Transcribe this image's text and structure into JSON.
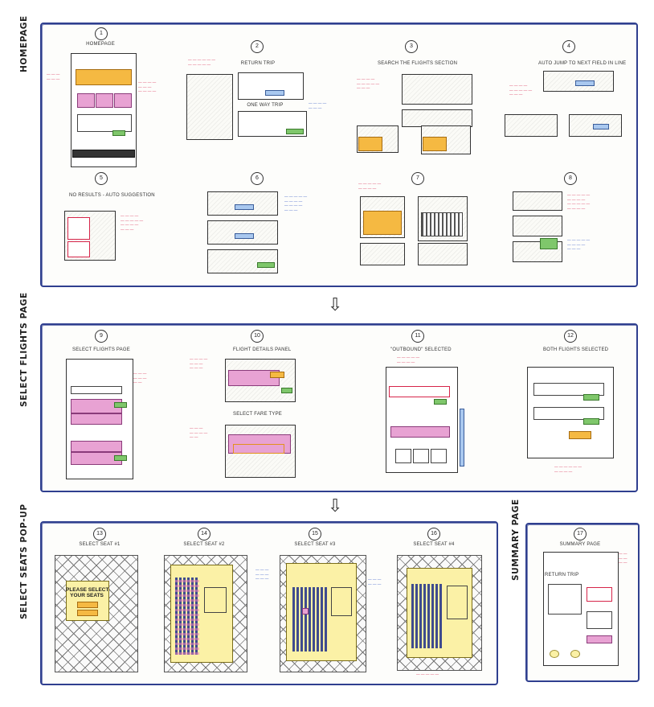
{
  "sections": {
    "homepage": {
      "label": "HOMEPAGE"
    },
    "select_flights": {
      "label": "SELECT FLIGHTS PAGE"
    },
    "select_seats": {
      "label": "SELECT SEATS POP-UP"
    },
    "summary": {
      "label": "SUMMARY PAGE"
    }
  },
  "steps": [
    {
      "num": "1",
      "title": "HOMEPAGE"
    },
    {
      "num": "2",
      "title": "RETURN TRIP"
    },
    {
      "num": "3",
      "title": "SEARCH THE FLIGHTS SECTION"
    },
    {
      "num": "4",
      "title": "AUTO JUMP TO NEXT FIELD IN LINE"
    },
    {
      "num": "5",
      "title": "NO RESULTS - AUTO SUGGESTION"
    },
    {
      "num": "6",
      "title": ""
    },
    {
      "num": "7",
      "title": ""
    },
    {
      "num": "8",
      "title": ""
    },
    {
      "num": "9",
      "title": "SELECT FLIGHTS PAGE"
    },
    {
      "num": "10",
      "title": "FLIGHT DETAILS PANEL"
    },
    {
      "num": "11",
      "title": "\"OUTBOUND\" SELECTED"
    },
    {
      "num": "12",
      "title": "BOTH FLIGHTS SELECTED"
    },
    {
      "num": "13",
      "title": "SELECT SEAT #1"
    },
    {
      "num": "14",
      "title": "SELECT SEAT #2"
    },
    {
      "num": "15",
      "title": "SELECT SEAT #3"
    },
    {
      "num": "16",
      "title": "SELECT SEAT #4"
    },
    {
      "num": "17",
      "title": "SUMMARY PAGE"
    }
  ],
  "subtitles": {
    "step10b": "SELECT FARE TYPE",
    "step2b": "ONE WAY TRIP",
    "summary_return": "RETURN TRIP"
  },
  "popup": {
    "message": "PLEASE SELECT\nYOUR SEATS"
  }
}
